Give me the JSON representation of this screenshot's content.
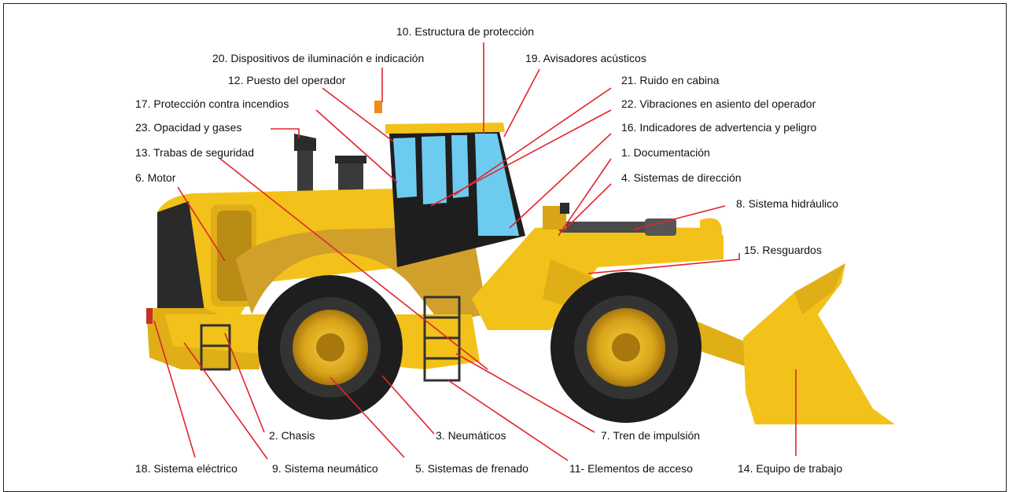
{
  "labels": {
    "l1": "1. Documentación",
    "l2": "2. Chasis",
    "l3": "3. Neumáticos",
    "l4": "4. Sistemas de dirección",
    "l5": "5. Sistemas de frenado",
    "l6": "6. Motor",
    "l7": "7. Tren de impulsión",
    "l8": "8. Sistema hidráulico",
    "l9": "9. Sistema neumático",
    "l10": "10. Estructura de protección",
    "l11": "11- Elementos de acceso",
    "l12": "12. Puesto del operador",
    "l13": "13. Trabas de seguridad",
    "l14": "14. Equipo de trabajo",
    "l15": "15. Resguardos",
    "l16": "16. Indicadores de advertencia y peligro",
    "l17": "17. Protección contra incendios",
    "l18": "18. Sistema eléctrico",
    "l19": "19. Avisadores acústicos",
    "l20": "20. Dispositivos de iluminación e indicación",
    "l21": "21. Ruido en cabina",
    "l22": "22. Vibraciones en asiento del operador",
    "l23": "23. Opacidad y gases"
  },
  "colors": {
    "leader_line": "#e0252b",
    "body_yellow": "#f3c21a",
    "body_shade": "#c9962a",
    "tire": "#1e1e1e",
    "glass": "#6ecbf0"
  }
}
